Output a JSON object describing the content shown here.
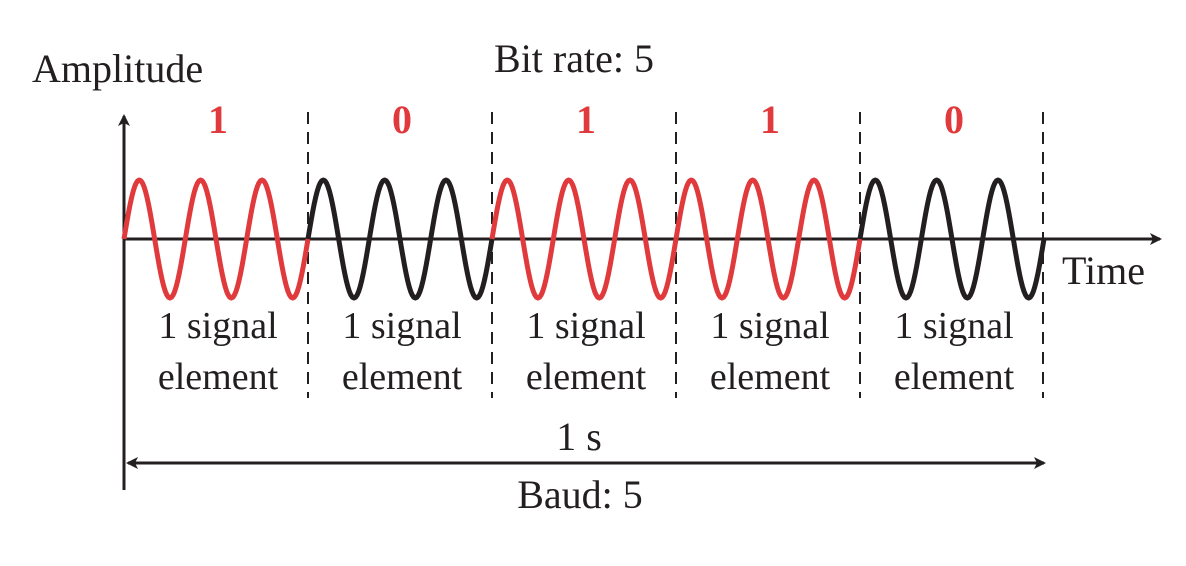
{
  "labels": {
    "y_axis": "Amplitude",
    "x_axis": "Time",
    "bit_rate": "Bit rate: 5",
    "duration": "1 s",
    "baud": "Baud: 5"
  },
  "colors": {
    "bit_one": "#e03a3c",
    "bit_zero": "#231f20",
    "axis": "#231f20"
  },
  "segments": [
    {
      "bit": "1",
      "line1": "1 signal",
      "line2": "element"
    },
    {
      "bit": "0",
      "line1": "1 signal",
      "line2": "element"
    },
    {
      "bit": "1",
      "line1": "1 signal",
      "line2": "element"
    },
    {
      "bit": "1",
      "line1": "1 signal",
      "line2": "element"
    },
    {
      "bit": "0",
      "line1": "1 signal",
      "line2": "element"
    }
  ],
  "cycles_per_element": 3
}
